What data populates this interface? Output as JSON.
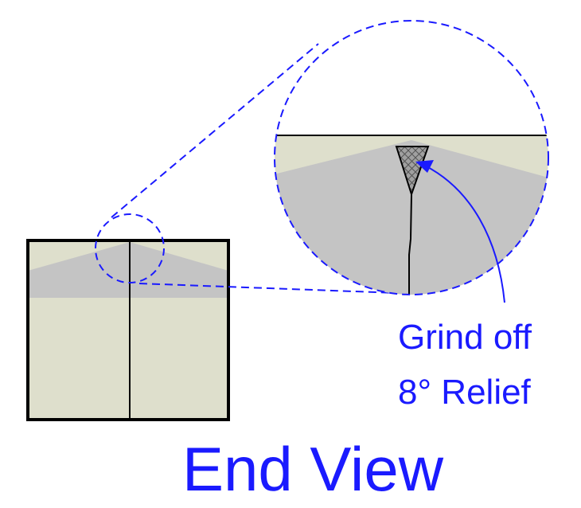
{
  "annotation": {
    "line1": "Grind off",
    "line2": "8° Relief"
  },
  "title": "End View",
  "colors": {
    "annotation_blue": "#1a1aff",
    "face_light": "#dedfcc",
    "face_shadow": "#c4c4c4",
    "hatch_fill": "#a0a0a0",
    "outline": "#000000",
    "background": "#ffffff"
  }
}
